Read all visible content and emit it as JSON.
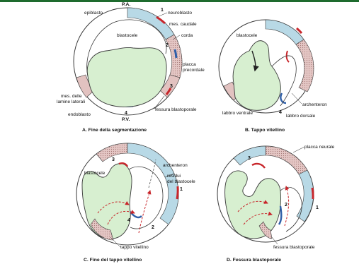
{
  "colors": {
    "endoderm_fill": "#d7efd0",
    "mesoderm_fill": "#e2c2c0",
    "ectoderm_blue": "#b8d9e6",
    "ring_red": "#c8262b",
    "ring_blue": "#2f5fa8",
    "outline": "#3a3a3a",
    "top_bar": "#1e6b2e"
  },
  "panel_a": {
    "caption": "A.  Fine della segmentazione",
    "pa": "P.A.",
    "pv": "P.V.",
    "labels": {
      "epiblasto": "epiblasto",
      "neuroblasto": "neuroblasto",
      "mes_caudale": "mes. caudale",
      "corda": "corda",
      "blastocele": "blastocele",
      "placca_1": "placca",
      "placca_2": "precordale",
      "mes_lam_1": "mes. delle",
      "mes_lam_2": "lamine laterali",
      "endoblasto": "endoblasto",
      "fessura": "fessura blastoporale"
    },
    "nums": {
      "n1": "1",
      "n2": "2",
      "n3": "3",
      "n4": "4"
    }
  },
  "panel_b": {
    "caption": "B.  Tappo vitellino",
    "labels": {
      "blastocele": "blastocele",
      "archenteron": "archenteron",
      "labbro_ventrale": "labbro ventrale",
      "labbro_dorsale": "labbro dorsale"
    },
    "nums": {
      "n4": "4"
    }
  },
  "panel_c": {
    "caption": "C.  Fine del tappo vitellino",
    "labels": {
      "blastocele": "blastocele",
      "archenteron": "archenteron",
      "residui_1": "residui",
      "residui_2": "del blastocele",
      "tappo": "tappo vitellino"
    },
    "nums": {
      "n1": "1",
      "n2": "2",
      "n3": "3",
      "n4": "4"
    }
  },
  "panel_d": {
    "caption": "D.  Fessura blastoporale",
    "labels": {
      "placca_neurale": "placca neurale",
      "fessura": "fessura blastoporale"
    },
    "nums": {
      "n1": "1",
      "n2": "2",
      "n3": "3"
    }
  }
}
